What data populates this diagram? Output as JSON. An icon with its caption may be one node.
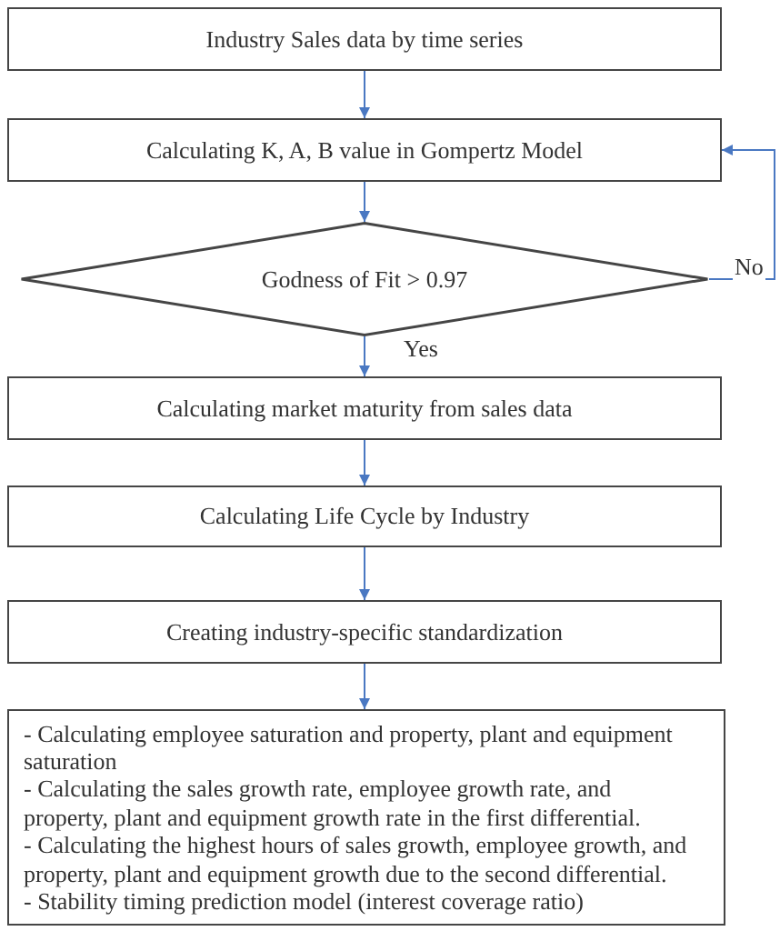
{
  "diagram": {
    "nodes": [
      {
        "text": [
          "Industry Sales data by time series"
        ]
      },
      {
        "text": [
          "Calculating K, A, B value in Gompertz Model"
        ]
      },
      {
        "text": [
          "Godness of Fit > 0.97"
        ]
      },
      {
        "text": [
          "Calculating market maturity from sales data"
        ]
      },
      {
        "text": [
          "Calculating Life Cycle by Industry"
        ]
      },
      {
        "text": [
          "Creating industry-specific standardization"
        ]
      },
      {
        "text": [
          "- Calculating employee saturation and property, plant and equipment saturation",
          "- Calculating the sales growth rate, employee growth rate, and property, plant and equipment growth rate in the first differential.",
          "- Calculating the highest hours of sales growth, employee growth, and property, plant and equipment growth due to the second differential.",
          "- Stability timing prediction model (interest coverage ratio)"
        ]
      }
    ],
    "edges": [
      {
        "from": 0,
        "to": 1,
        "arrow": "to"
      },
      {
        "from": 1,
        "to": 2,
        "arrow": "to"
      },
      {
        "from": 2,
        "to": 3,
        "arrow": "to",
        "label": "Yes"
      },
      {
        "from": 2,
        "to": 1,
        "arrow": "to",
        "label": "No"
      },
      {
        "from": 3,
        "to": 4,
        "arrow": "to"
      },
      {
        "from": 4,
        "to": 5,
        "arrow": "to"
      },
      {
        "from": 5,
        "to": 6,
        "arrow": "to"
      }
    ]
  }
}
